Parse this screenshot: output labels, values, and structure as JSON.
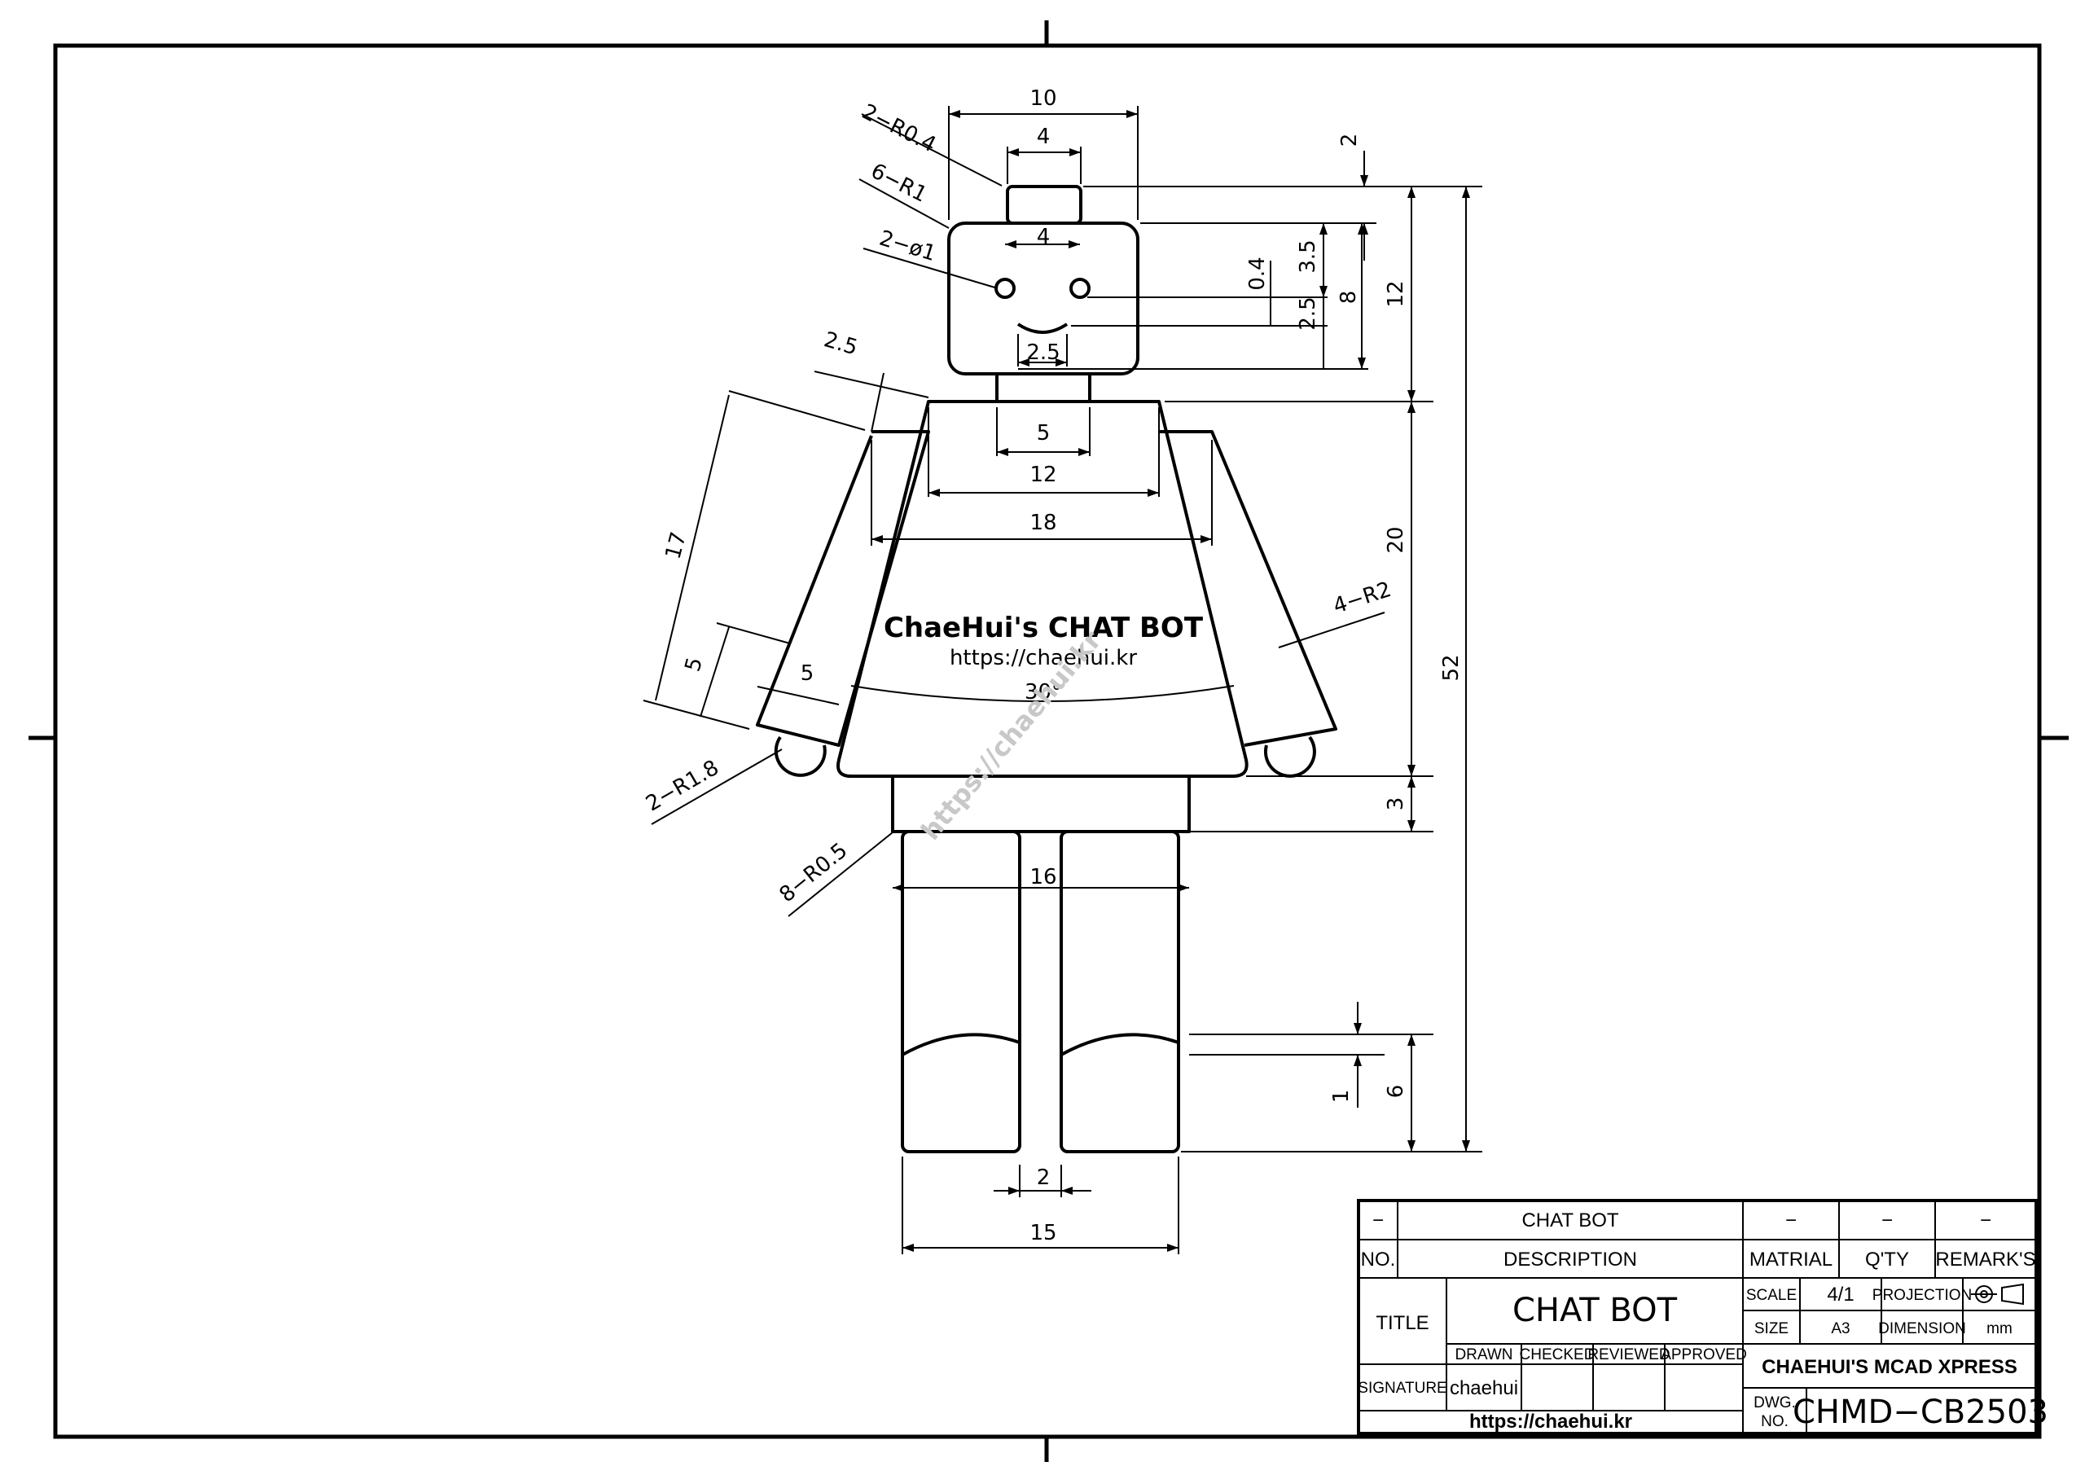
{
  "drawing": {
    "title_text": "ChaeHui's CHAT BOT",
    "url_text": "https://chaehui.kr",
    "watermark": "https://chaehui.kr",
    "dims": {
      "top_width": "10",
      "antenna_w": "4",
      "antenna_h": "2",
      "eye_spacing": "4",
      "eye_offset": "0.4",
      "eye_to_top": "3.5",
      "eye_to_mouth": "2.5",
      "head_inner": "8",
      "head_total": "12",
      "mouth_w": "2.5",
      "neck_w": "5",
      "torso_top": "12",
      "torso_bot": "18",
      "arm_len": "17",
      "arm_w": "5",
      "cuff_w": "5",
      "arm_gap": "2.5",
      "torso_h": "20",
      "overall_h": "52",
      "belt_h": "3",
      "legs_w": "16",
      "leg_gap": "2",
      "feet_w": "15",
      "shoe_arc": "1",
      "shoe_h": "6",
      "angle": "30°"
    },
    "notes": {
      "r04": "2−R0.4",
      "r1": "6−R1",
      "phi1": "2−ø1",
      "r2": "4−R2",
      "r18": "2−R1.8",
      "r05": "8−R0.5"
    }
  },
  "title_block": {
    "row1": {
      "no": "−",
      "desc": "CHAT BOT",
      "mat": "−",
      "qty": "−",
      "rem": "−"
    },
    "header": {
      "no": "NO.",
      "desc": "DESCRIPTION",
      "mat": "MATRIAL",
      "qty": "Q'TY",
      "rem": "REMARK'S"
    },
    "title_label": "TITLE",
    "title_value": "CHAT BOT",
    "scale_label": "SCALE",
    "scale_value": "4/1",
    "projection_label": "PROJECTION",
    "size_label": "SIZE",
    "size_value": "A3",
    "dimension_label": "DIMENSION",
    "dimension_value": "mm",
    "drawn_label": "DRAWN",
    "checked_label": "CHECKED",
    "reviewed_label": "REVIEWED",
    "approved_label": "APPROVED",
    "signature_label": "SIGNATURE",
    "signature_value": "chaehui",
    "website": "https://chaehui.kr",
    "company": "CHAEHUI'S MCAD XPRESS",
    "dwg_no_label_1": "DWG.",
    "dwg_no_label_2": "NO.",
    "dwg_no": "CHMD−CB2503"
  }
}
